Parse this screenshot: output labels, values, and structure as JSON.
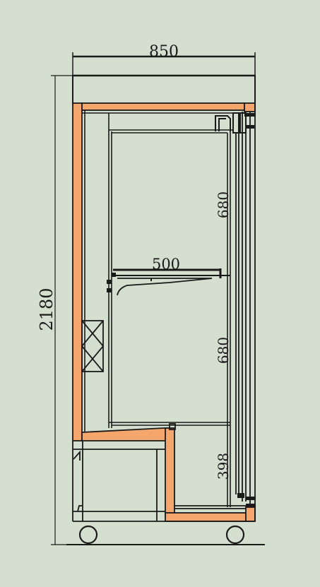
{
  "drawing": {
    "background": "#d5dfd0",
    "insulation_color": "#f5a66c",
    "line_color": "#1a1a1a"
  },
  "dimensions": {
    "overall_width": "850",
    "overall_height": "2180",
    "shelf_depth": "500",
    "upper_compartment_height": "680",
    "middle_compartment_height": "680",
    "base_height": "398"
  }
}
